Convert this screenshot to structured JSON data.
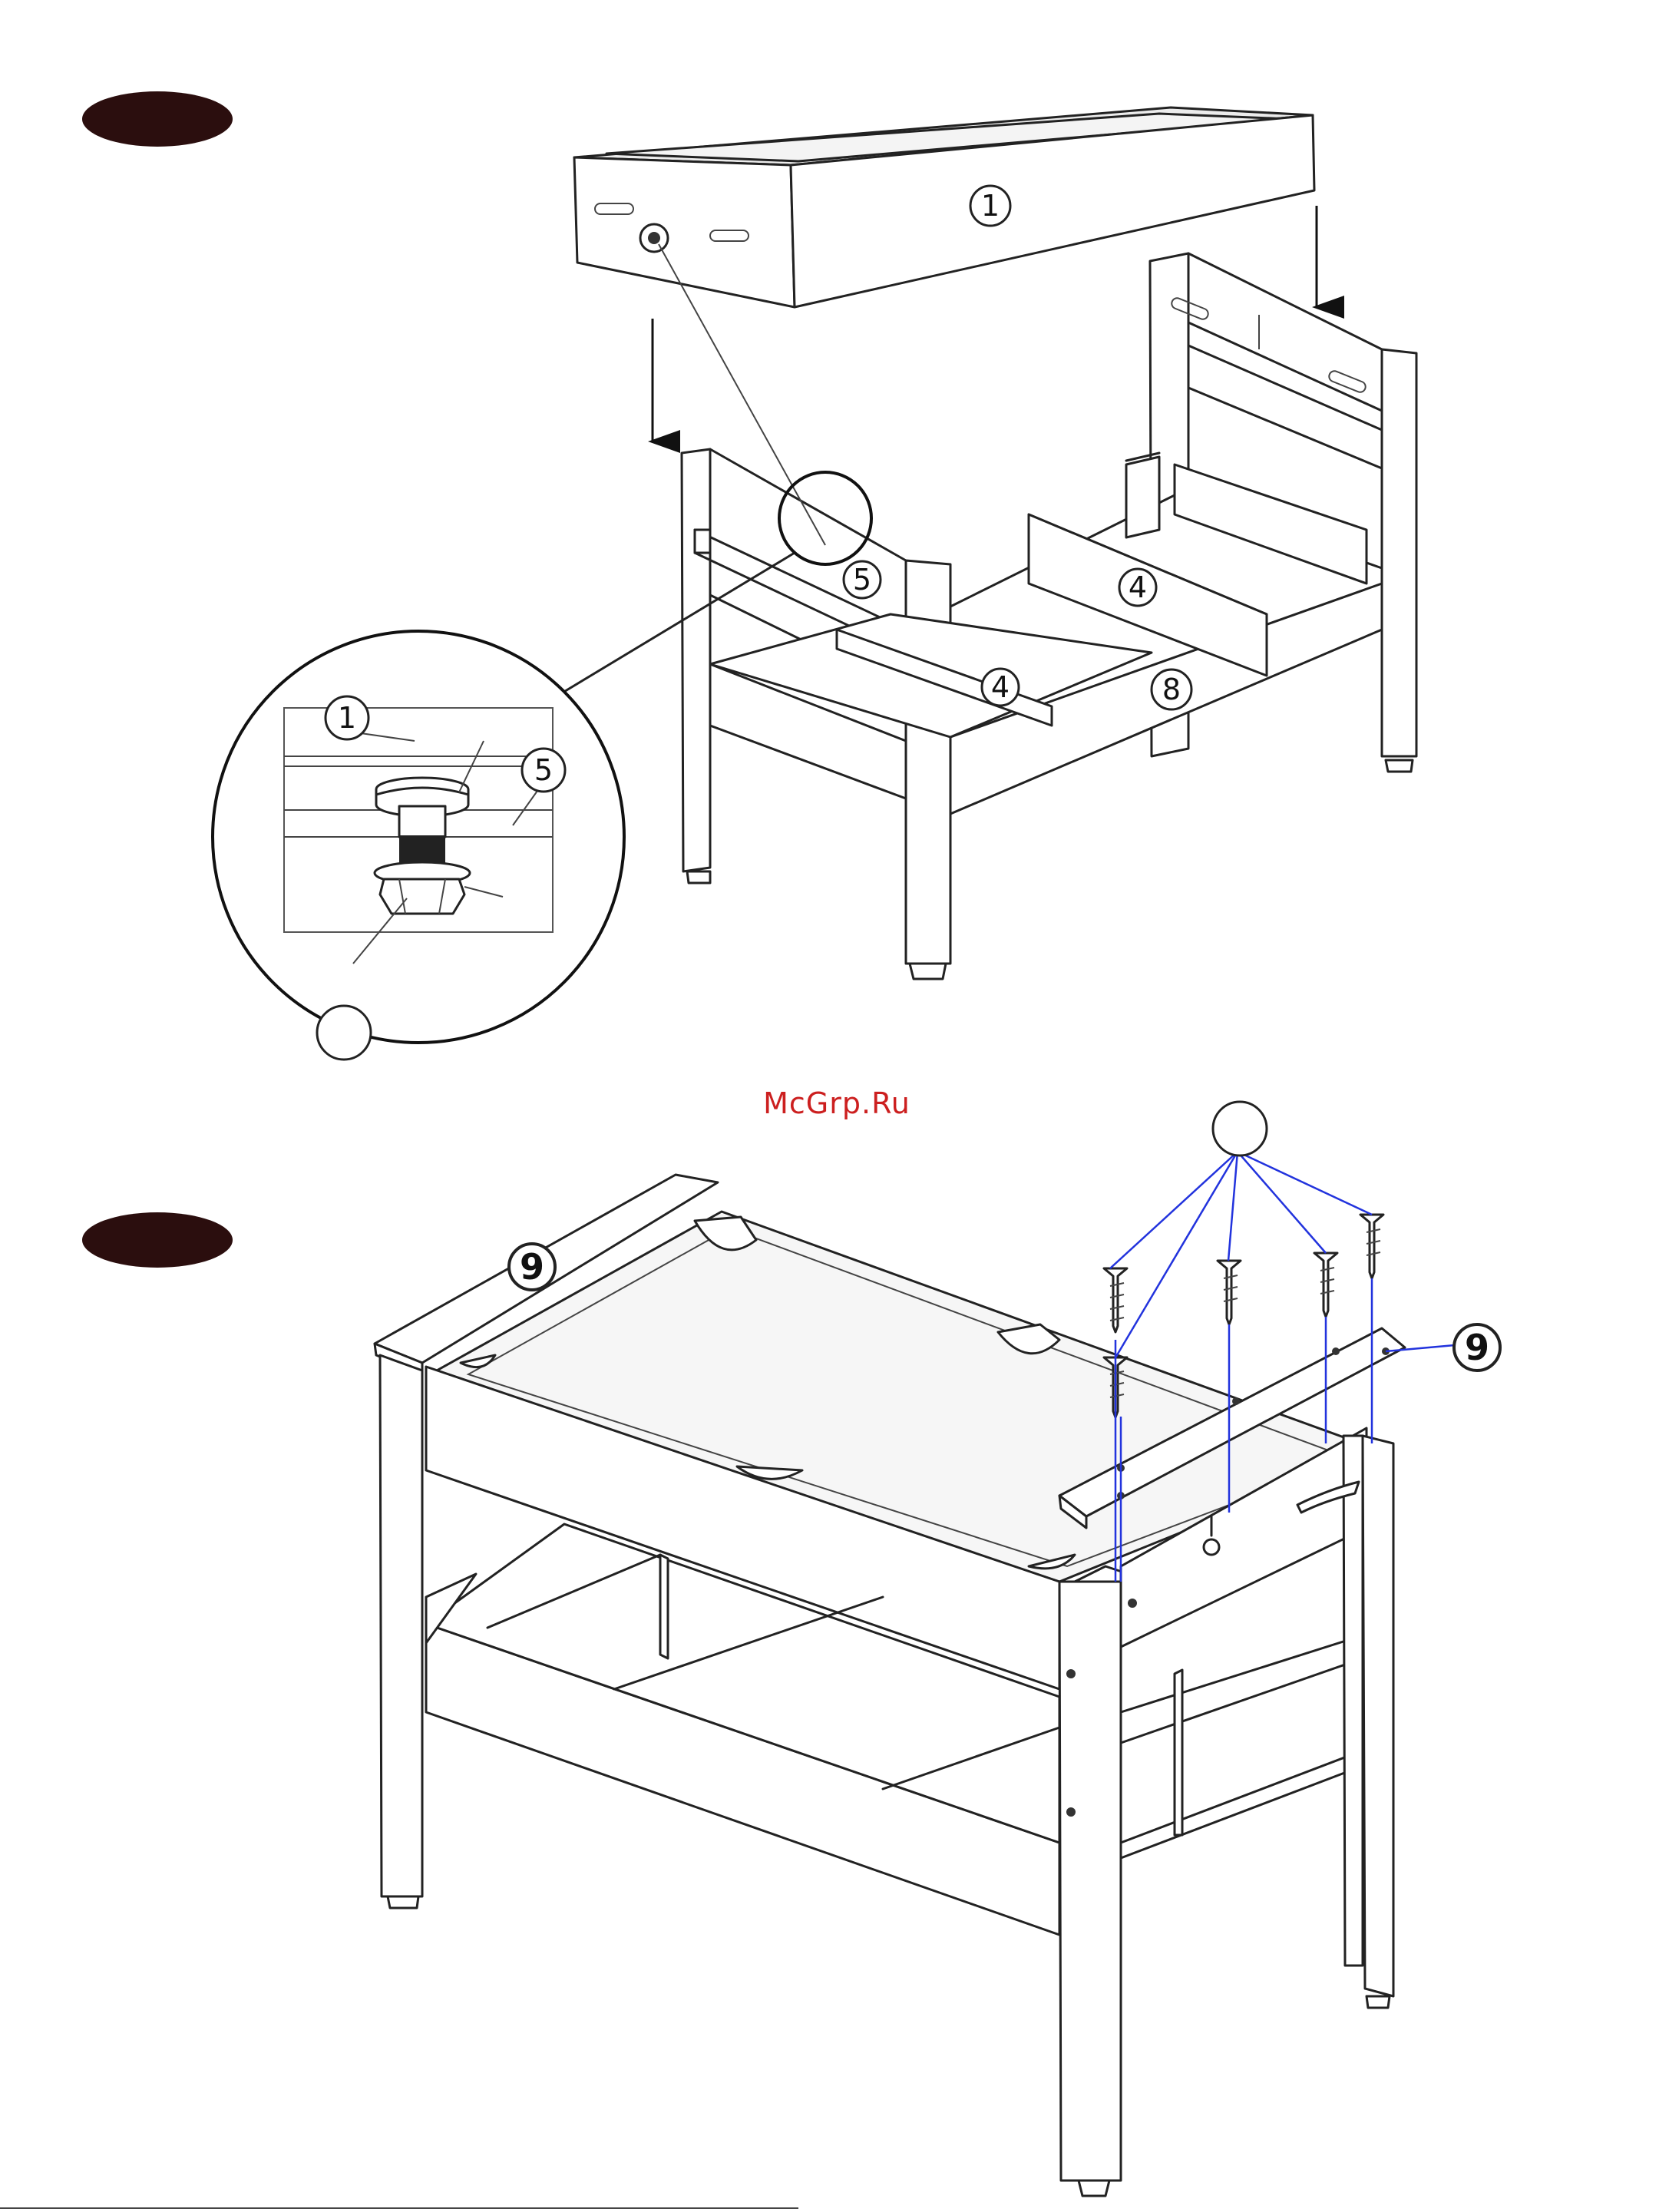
{
  "watermark": "McGrp.Ru",
  "step1": {
    "part_top": "1",
    "part_rail": "5",
    "part_divider_a": "4",
    "part_divider_b": "4",
    "part_bottom": "8",
    "detail": {
      "part_top": "1",
      "part_rail": "5"
    }
  },
  "step2": {
    "part_rail_left": "9",
    "part_rail_right": "9"
  },
  "colors": {
    "step_marker": "#2b0e0e",
    "guide_lines": "#2233dd",
    "watermark": "#cc1f1f"
  }
}
